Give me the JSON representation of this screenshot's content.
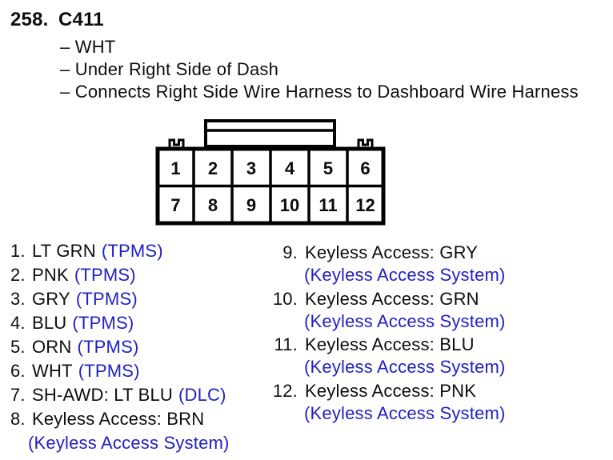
{
  "header": {
    "index": "258.",
    "connector_id": "C411",
    "details": [
      "– WHT",
      "– Under Right Side of Dash",
      "– Connects Right Side Wire Harness to Dashboard Wire Harness"
    ]
  },
  "connector": {
    "pins": [
      "1",
      "2",
      "3",
      "4",
      "5",
      "6",
      "7",
      "8",
      "9",
      "10",
      "11",
      "12"
    ]
  },
  "pin_list": {
    "left": [
      {
        "num": "1.",
        "wire": "LT GRN",
        "system": "(TPMS)"
      },
      {
        "num": "2.",
        "wire": "PNK",
        "system": "(TPMS)"
      },
      {
        "num": "3.",
        "wire": "GRY",
        "system": "(TPMS)"
      },
      {
        "num": "4.",
        "wire": "BLU",
        "system": "(TPMS)"
      },
      {
        "num": "5.",
        "wire": "ORN",
        "system": "(TPMS)"
      },
      {
        "num": "6.",
        "wire": "WHT",
        "system": "(TPMS)"
      },
      {
        "num": "7.",
        "wire": "SH-AWD: LT BLU",
        "system": "(DLC)"
      },
      {
        "num": "8.",
        "wire": "Keyless Access: BRN",
        "system": "(Keyless Access System)"
      }
    ],
    "right": [
      {
        "num": "9.",
        "wire": "Keyless Access: GRY",
        "system": "(Keyless Access System)"
      },
      {
        "num": "10.",
        "wire": "Keyless Access: GRN",
        "system": "(Keyless Access System)"
      },
      {
        "num": "11.",
        "wire": "Keyless Access: BLU",
        "system": "(Keyless Access System)"
      },
      {
        "num": "12.",
        "wire": "Keyless Access: PNK",
        "system": "(Keyless Access System)"
      }
    ]
  },
  "colors": {
    "system_link_blue": "#2020c6",
    "text_black": "#0d0d0d"
  }
}
